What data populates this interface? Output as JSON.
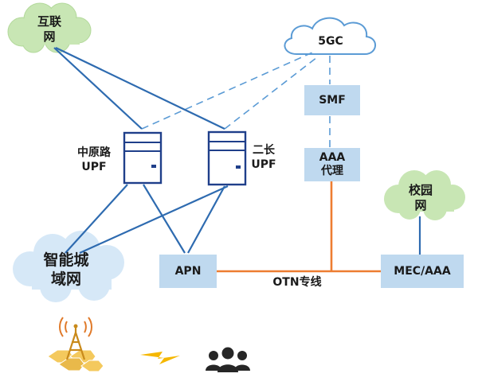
{
  "nodes": {
    "internet": "互联\n网",
    "core_5gc": "5GC",
    "smf": "SMF",
    "aaa_proxy": "AAA\n代理",
    "upf_zhongyuanlu": "中原路\nUPF",
    "upf_erchang": "二长\nUPF",
    "campus_network": "校园\n网",
    "smart_city_network": "智能城\n域网",
    "apn": "APN",
    "mec_aaa": "MEC/AAA"
  },
  "links": {
    "otn_label": "OTN专线"
  },
  "icons": [
    "cloud-icon",
    "server-icon",
    "cell-tower-icon",
    "lightning-icon",
    "user-group-icon"
  ],
  "colors": {
    "solid_link": "#2e6bb0",
    "dashed_link": "#5b9bd5",
    "otn_link": "#ed7d31",
    "green_cloud": "#c8e6b4",
    "blue_cloud": "#d6e8f7",
    "box_fill": "#bfd9ef",
    "server_stroke": "#1f3f8a",
    "tower": "#e3b23c",
    "lightning": "#f5b700",
    "users": "#262626"
  }
}
